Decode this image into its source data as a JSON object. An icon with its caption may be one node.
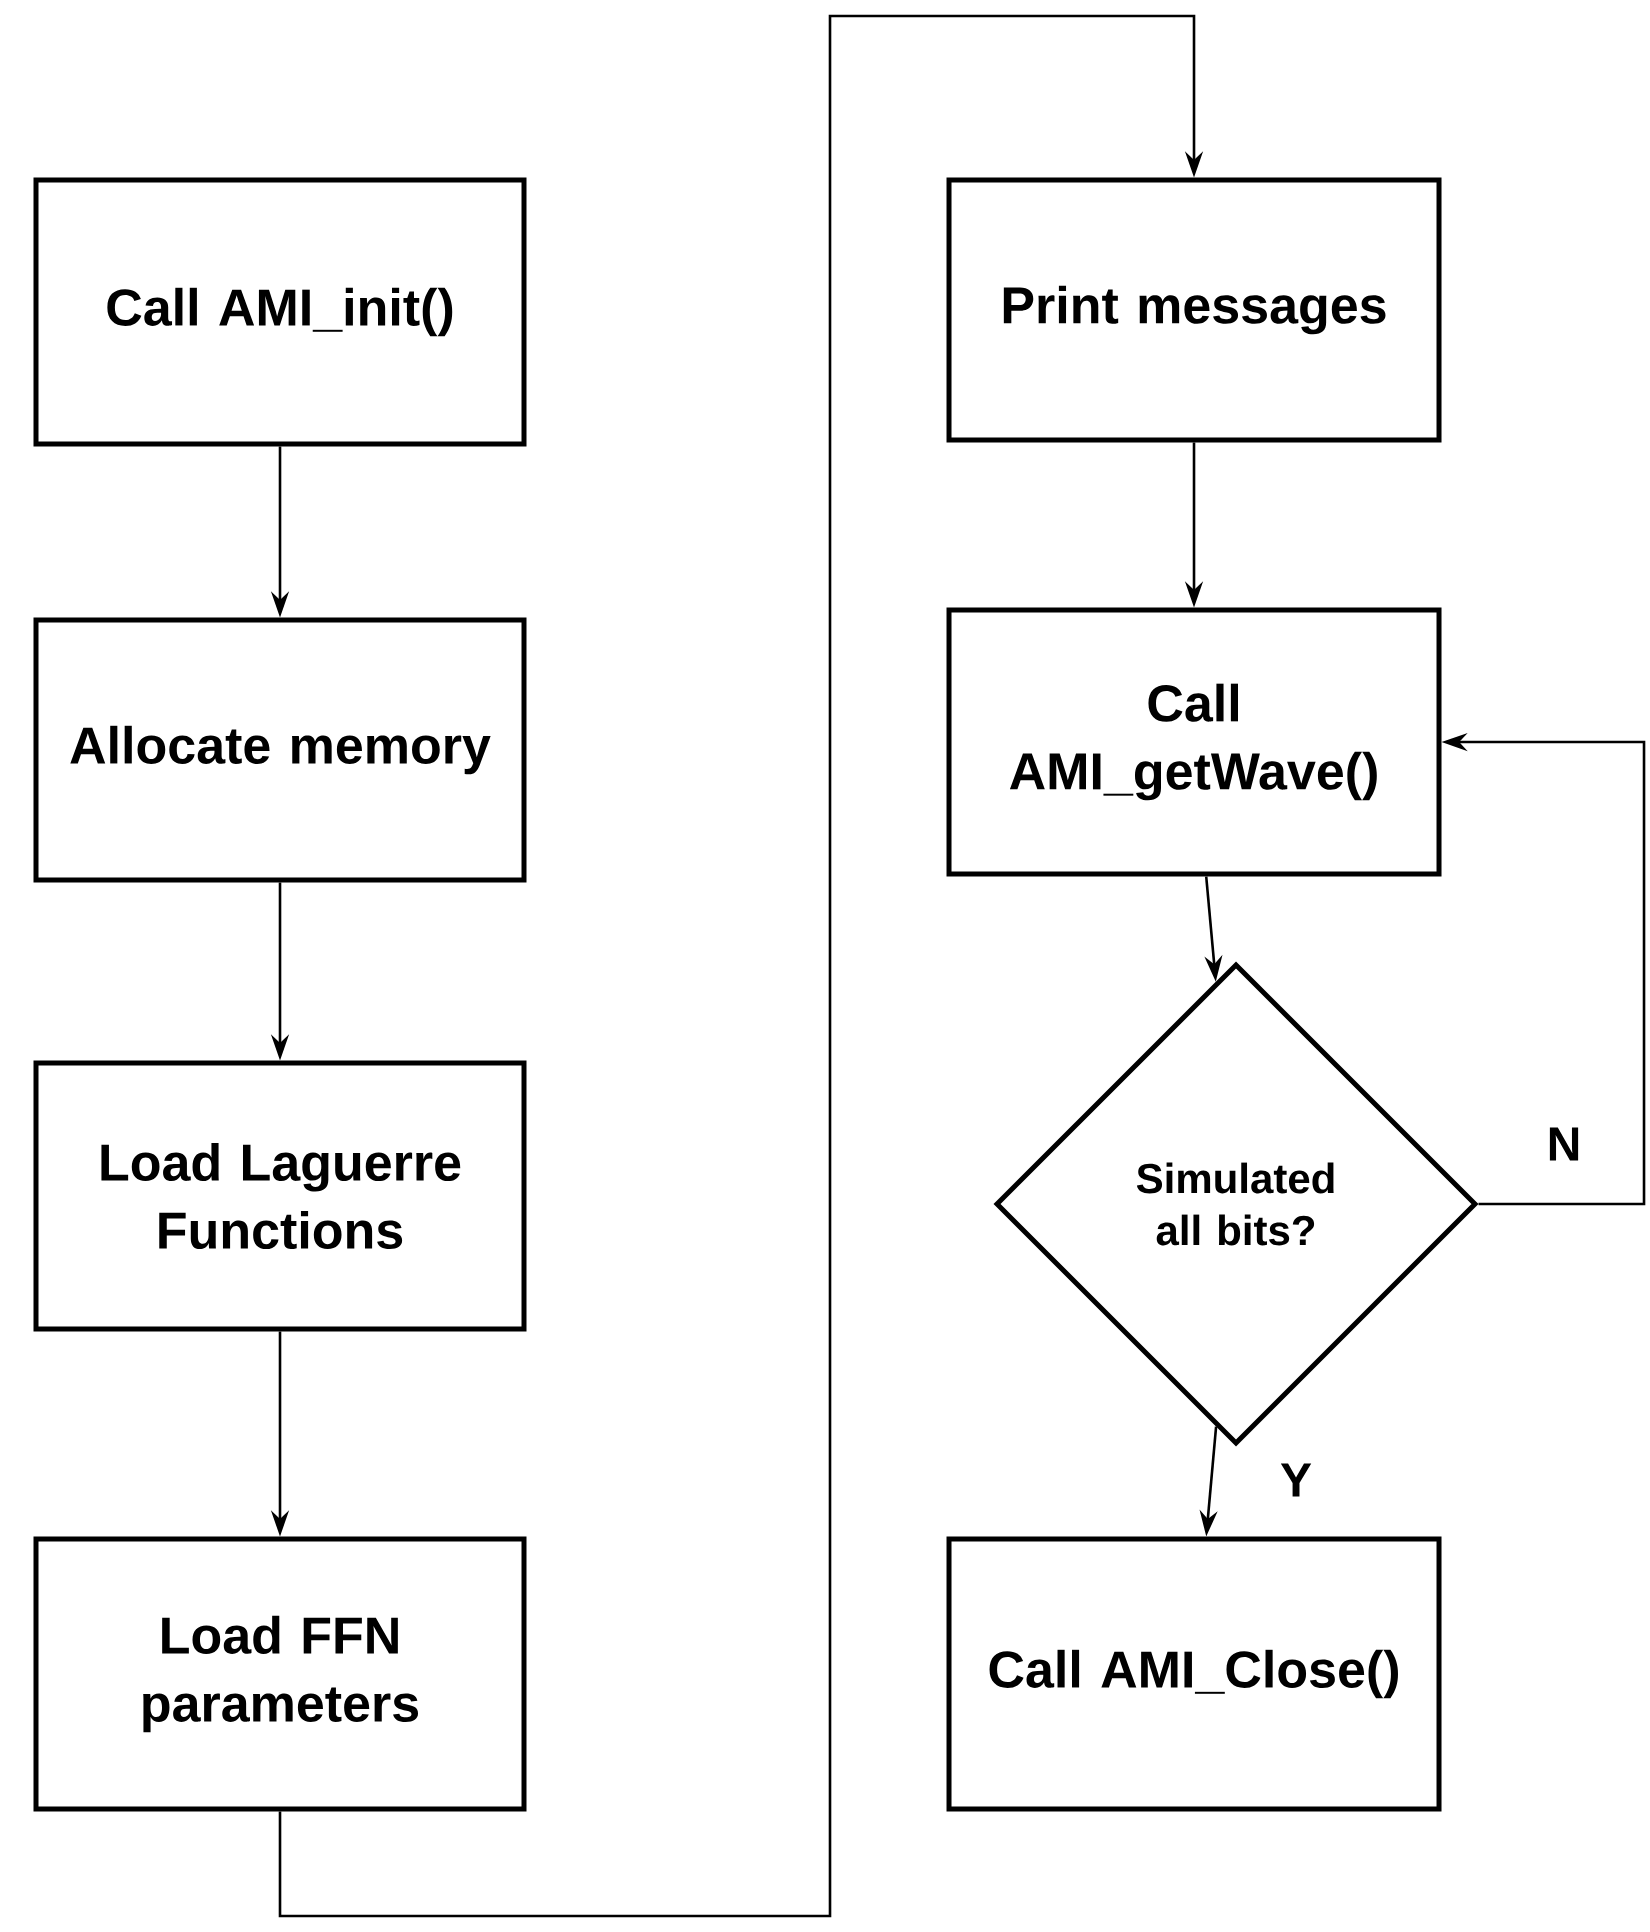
{
  "diagram": {
    "nodes": [
      {
        "text": [
          "Call AMI_init()"
        ]
      },
      {
        "text": [
          "Allocate memory"
        ]
      },
      {
        "text": [
          "Load Laguerre Functions"
        ]
      },
      {
        "text": [
          "Load FFN parameters"
        ]
      },
      {
        "text": [
          "Print messages"
        ]
      },
      {
        "text": [
          "Call AMI_getWave()"
        ]
      },
      {
        "text": [
          "Simulated all bits?"
        ]
      },
      {
        "text": [
          "Call AMI_Close()"
        ]
      }
    ],
    "edges": [
      {
        "from": 0,
        "to": 1,
        "arrow": "to"
      },
      {
        "from": 1,
        "to": 2,
        "arrow": "to"
      },
      {
        "from": 2,
        "to": 3,
        "arrow": "to"
      },
      {
        "from": 3,
        "to": 4,
        "arrow": "to"
      },
      {
        "from": 4,
        "to": 5,
        "arrow": "to"
      },
      {
        "from": 5,
        "to": 6,
        "arrow": "to"
      },
      {
        "from": 6,
        "to": 5,
        "arrow": "to",
        "label": "N"
      },
      {
        "from": 6,
        "to": 7,
        "arrow": "to",
        "label": "Y"
      }
    ]
  }
}
